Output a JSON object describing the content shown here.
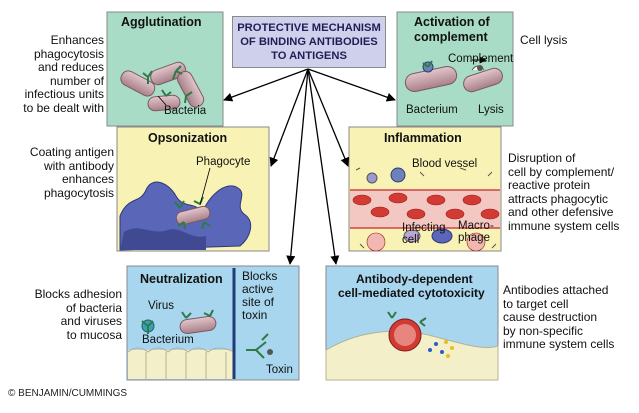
{
  "center": {
    "line1": "PROTECTIVE MECHANISM",
    "line2": "OF BINDING ANTIBODIES",
    "line3": "TO ANTIGENS"
  },
  "panels": {
    "agglutination": {
      "title": "Agglutination",
      "bg": "#a8dcc6",
      "label_bacteria": "Bacteria",
      "desc": [
        "Enhances",
        "phagocytosis",
        "and reduces",
        "number of",
        "infectious units",
        "to be dealt with"
      ]
    },
    "complement": {
      "title_line1": "Activation of",
      "title_line2": "complement",
      "bg": "#a8dcc6",
      "label_complement": "Complement",
      "label_bacterium": "Bacterium",
      "label_lysis": "Lysis",
      "desc": [
        "Cell lysis"
      ]
    },
    "opsonization": {
      "title": "Opsonization",
      "bg": "#f8f3b4",
      "label_phagocyte": "Phagocyte",
      "desc": [
        "Coating antigen",
        "with antibody",
        "enhances",
        "phagocytosis"
      ]
    },
    "inflammation": {
      "title": "Inflammation",
      "bg": "#f8f3b4",
      "label_blood_vessel": "Blood vessel",
      "label_infecting1": "Infecting",
      "label_infecting2": "cell",
      "label_macro1": "Macro-",
      "label_macro2": "phage",
      "desc": [
        "Disruption of",
        "cell by complement/",
        "reactive protein",
        "attracts phagocytic",
        "and other defensive",
        "immune system cells"
      ]
    },
    "neutralization": {
      "title": "Neutralization",
      "bg": "#a8d6ee",
      "label_virus": "Virus",
      "label_bacterium": "Bacterium",
      "label_blocks": [
        "Blocks",
        "active",
        "site of",
        "toxin"
      ],
      "label_toxin": "Toxin",
      "desc": [
        "Blocks adhesion",
        "of bacteria",
        "and viruses",
        "to mucosa"
      ]
    },
    "adcc": {
      "title_line1": "Antibody-dependent",
      "title_line2": "cell-mediated cytotoxicity",
      "bg": "#a8d6ee",
      "desc": [
        "Antibodies attached",
        "to target cell",
        "cause destruction",
        "by non-specific",
        "immune system cells"
      ]
    }
  },
  "colors": {
    "bacteria": "#c9a4ad",
    "antibody": "#2f7a45",
    "phagocyte": "#5a66b8",
    "rbc": "#d23b33",
    "arrow": "#000000"
  },
  "copyright": "© BENJAMIN/CUMMINGS"
}
